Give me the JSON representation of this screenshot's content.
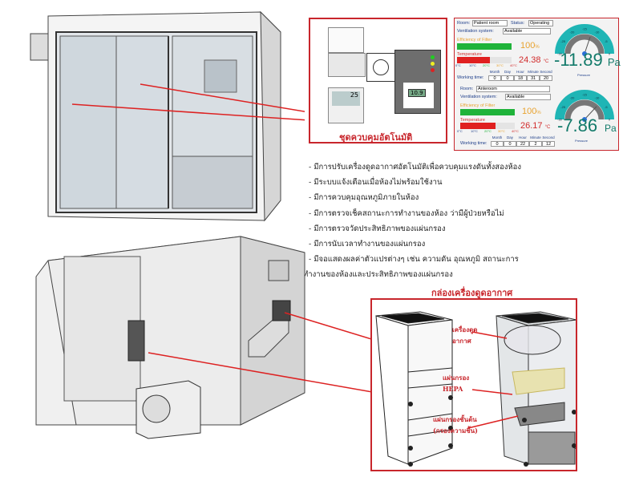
{
  "control_box": {
    "caption": "ชุดควบคุมอัตโนมัติ",
    "display_value": "10.9",
    "thermostat_value": "25"
  },
  "dashboard": {
    "rooms": [
      {
        "room_label": "Room:",
        "room": "Patient room",
        "status_label": "Status:",
        "status": "Operating",
        "vent_label": "Ventilation system:",
        "vent": "Available",
        "filter_label": "Efficiency of Filter",
        "filter_pct": 100,
        "filter_text": "100",
        "pct_unit": "%",
        "temp_label": "Temperature",
        "temp": "24.38",
        "temp_unit": "°C",
        "temp_fraction": 0.6,
        "scale": [
          "0°C",
          "10°C",
          "20°C",
          "30°C",
          "40°C"
        ],
        "working_label": "Working time:",
        "time_heads": [
          "Month",
          "Day",
          "Hour",
          "Minute",
          "Second"
        ],
        "time_vals": [
          "0",
          "0",
          "18",
          "31",
          "20"
        ],
        "pressure": "-11.89",
        "pressure_unit": "Pa",
        "pressure_label": "Pressure",
        "gauge_ticks": [
          "-30",
          "-25",
          "-20",
          "-15",
          "-10",
          "-5",
          "0"
        ],
        "gauge_value": -11.89
      },
      {
        "room_label": "Room:",
        "room": "Anteroom",
        "vent_label": "Ventilation system:",
        "vent": "Available",
        "filter_label": "Efficiency of Filter",
        "filter_pct": 100,
        "filter_text": "100",
        "pct_unit": "%",
        "temp_label": "Temperature",
        "temp": "26.17",
        "temp_unit": "°C",
        "temp_fraction": 0.65,
        "scale": [
          "0°C",
          "10°C",
          "20°C",
          "30°C",
          "40°C"
        ],
        "working_label": "Working time:",
        "time_heads": [
          "Month",
          "Day",
          "Hour",
          "Minute",
          "Second"
        ],
        "time_vals": [
          "0",
          "0",
          "22",
          "2",
          "12"
        ],
        "pressure": "-7.86",
        "pressure_unit": "Pa",
        "pressure_label": "Pressure",
        "gauge_ticks": [
          "-30",
          "-25",
          "-20",
          "-15",
          "-10",
          "-5",
          "0"
        ],
        "gauge_value": -7.86
      }
    ]
  },
  "features": [
    "- มีการปรับเครื่องดูดอากาศอัตโนมัติเพื่อควบคุมแรงดันทั้งสองห้อง",
    "- มีระบบแจ้งเตือนเมื่อห้องไม่พร้อมใช้งาน",
    "- มีการควบคุมอุณหภูมิภายในห้อง",
    "- มีการตรวจเช็คสถานะการทำงานของห้อง ว่ามีผู้ป่วยหรือไม่",
    "- มีการตรวจวัดประสิทธิภาพของแผ่นกรอง",
    "- มีการนับเวลาทำงานของแผ่นกรอง",
    "- มีจอแสดงผลค่าตัวแปรต่างๆ เช่น ความดัน อุณหภูมิ สถานะการ",
    "ทำงานของห้องและประสิทธิภาพของแผ่นกรอง"
  ],
  "fan_box": {
    "title": "กล่องเครื่องดูดอากาศ",
    "fan_label_1": "เครื่องดูด",
    "fan_label_2": "อากาศ",
    "hepa_label_1": "แผ่นกรอง",
    "hepa_label_2": "HEPA",
    "pre_label_1": "แผ่นกรองชั้นต้น",
    "pre_label_2": "(กรองความชื้น)"
  },
  "colors": {
    "accent_red": "#c8262c",
    "gauge_teal": "#1fb5b5",
    "filter_green": "#1fb33a",
    "temp_red": "#e02020",
    "pressure_text": "#127a6a"
  }
}
